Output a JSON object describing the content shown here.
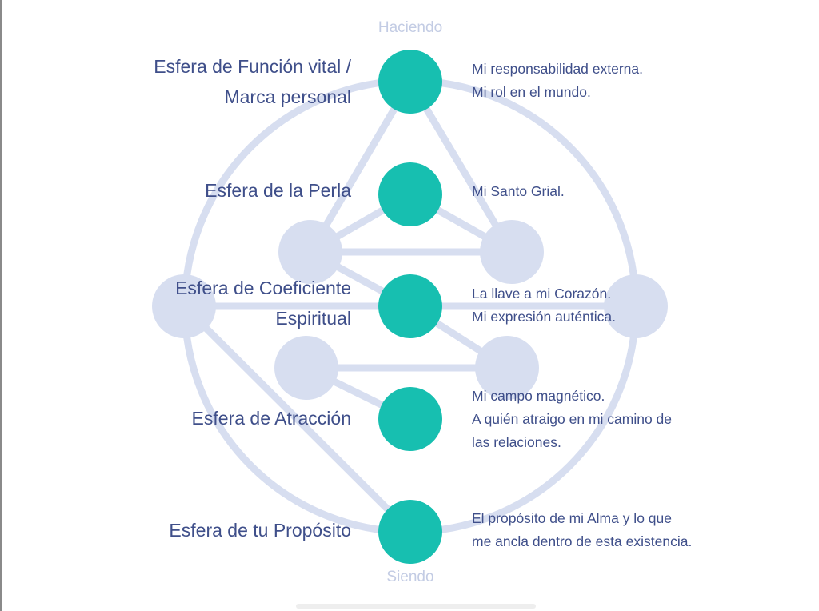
{
  "poles": {
    "top": "Haciendo",
    "bottom": "Siendo"
  },
  "spheres": [
    {
      "label_lines": [
        "Esfera de Función vital /",
        "Marca personal"
      ],
      "description_lines": [
        "Mi responsabilidad externa.",
        "Mi rol en el mundo."
      ]
    },
    {
      "label_lines": [
        "Esfera de la Perla"
      ],
      "description_lines": [
        "Mi Santo Grial."
      ]
    },
    {
      "label_lines": [
        "Esfera de Coeficiente",
        "Espiritual"
      ],
      "description_lines": [
        "La llave a mi Corazón.",
        "Mi expresión auténtica."
      ]
    },
    {
      "label_lines": [
        "Esfera de Atracción"
      ],
      "description_lines": [
        "Mi campo magnético.",
        "A quién atraigo en mi camino de",
        "las relaciones."
      ]
    },
    {
      "label_lines": [
        "Esfera de tu Propósito"
      ],
      "description_lines": [
        "El propósito de mi Alma y lo que",
        "me ancla dentro de esta existencia."
      ]
    }
  ],
  "colors": {
    "main_sphere": "#17bfb0",
    "secondary_sphere": "#d7def0",
    "text": "#3f4f8a",
    "pole_text": "#c3cce4"
  }
}
